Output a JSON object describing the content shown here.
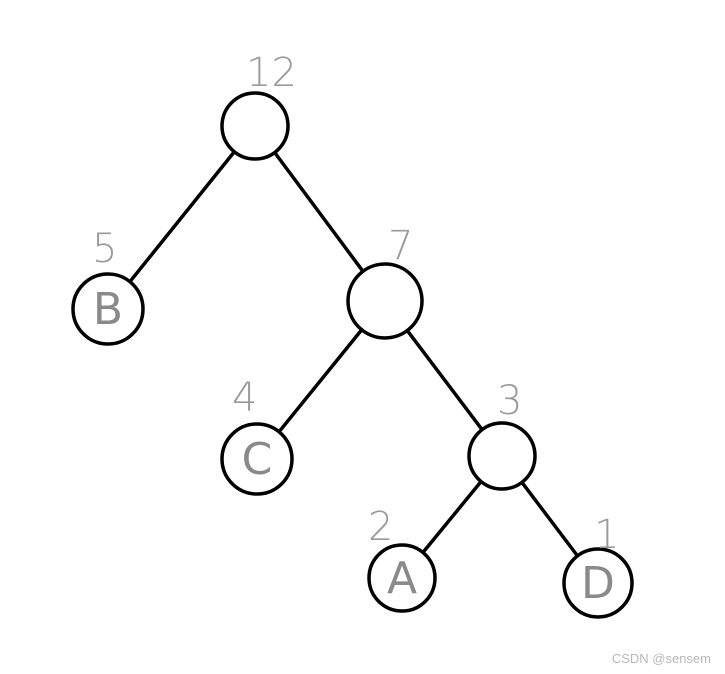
{
  "tree": {
    "nodes": [
      {
        "id": "root",
        "weight": "12",
        "letter": ""
      },
      {
        "id": "b",
        "weight": "5",
        "letter": "B"
      },
      {
        "id": "n7",
        "weight": "7",
        "letter": ""
      },
      {
        "id": "c",
        "weight": "4",
        "letter": "C"
      },
      {
        "id": "n3",
        "weight": "3",
        "letter": ""
      },
      {
        "id": "a",
        "weight": "2",
        "letter": "A"
      },
      {
        "id": "d",
        "weight": "1",
        "letter": "D"
      }
    ],
    "edges": [
      {
        "from": "root",
        "to": "b"
      },
      {
        "from": "root",
        "to": "n7"
      },
      {
        "from": "n7",
        "to": "c"
      },
      {
        "from": "n7",
        "to": "n3"
      },
      {
        "from": "n3",
        "to": "a"
      },
      {
        "from": "n3",
        "to": "d"
      }
    ]
  },
  "watermark": "CSDN @sensem"
}
